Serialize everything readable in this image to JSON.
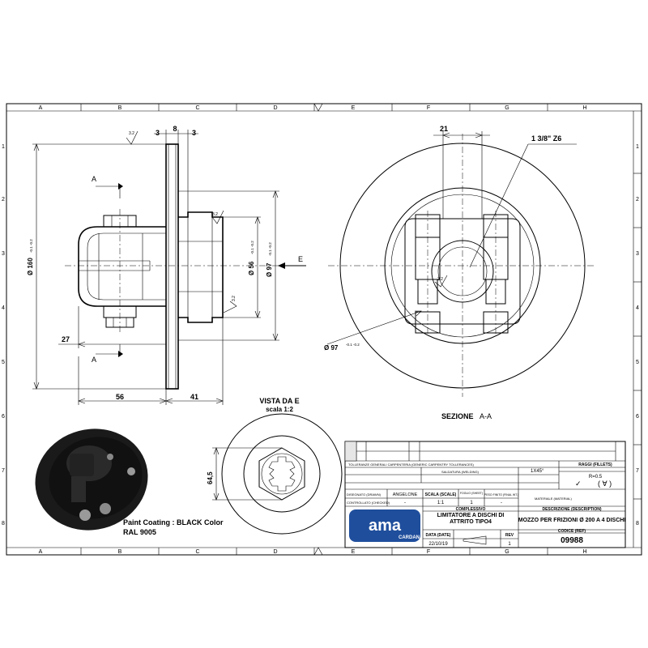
{
  "frame": {
    "columns": [
      "A",
      "B",
      "C",
      "D",
      "E",
      "F",
      "G",
      "H"
    ],
    "rows": [
      "1",
      "2",
      "3",
      "4",
      "5",
      "6",
      "7",
      "8"
    ]
  },
  "front_view": {
    "dim_top_3a": "3",
    "dim_top_8": "8",
    "dim_top_3b": "3",
    "dia_160": "Ø 160",
    "tol_160": "-0.1 -0.2",
    "dia_56": "Ø 56",
    "tol_56": "-0.1 -0.2",
    "dia_97": "Ø 97",
    "tol_97": "-0.1 -0.2",
    "roughness_1": "3.2",
    "roughness_2": "3.2",
    "roughness_3": "3.2",
    "section_mark_top": "A",
    "section_mark_bottom": "A",
    "view_arrow": "E",
    "dim_27": "27",
    "dim_56": "56",
    "dim_41": "41"
  },
  "section_view": {
    "dim_21": "21",
    "spline": "1 3/8\" Z6",
    "dia_97": "Ø 97",
    "tol_97": "-0.1 -0.2",
    "roughness": "3.2",
    "title": "SEZIONE",
    "title_suffix": "A-A"
  },
  "view_e": {
    "title": "VISTA DA E",
    "scale": "scala 1:2",
    "dim_64_5": "64,5"
  },
  "photo": {
    "caption_1": "Paint Coating : BLACK Color",
    "caption_2": "RAL 9005"
  },
  "title_block": {
    "tolerances_title": "TOLLERANZE GENERALI CARPENTERIA (GENERIC CARPENTRY TOLLERANCES)",
    "fillets_label": "RAGGI (FILLETS)",
    "fillets_value": "R=0.5",
    "chamfer": "1X45°",
    "designer_label": "DISEGNATO (DRAWN)",
    "designer": "ANGELONE",
    "scale_label": "SCALA (SCALE)",
    "scale": "1:1",
    "sheet_label": "FOGLIO (SHEET)",
    "sheet": "1",
    "weight_label": "PESO FINITO (FINAL WT.)",
    "checked_label": "CONTROLLATO (CHECKED)",
    "material_label": "MATERIALE (MATERIAL)",
    "assembly_label": "COMPLESSIVO",
    "description_label": "DESCRIZIONE (DESCRIPTION)",
    "assembly": "LIMITATORE A DISCHI DI ATTRITO TIPO4",
    "description": "MOZZO PER FRIZIONI Ø 200 A 4 DISCHI",
    "code_label": "CODICE (REF)",
    "code": "09988",
    "date_label": "DATA (DATE)",
    "date": "22/10/19",
    "rev_label": "REV",
    "rev": "1",
    "logo_text": "ama",
    "logo_sub": "CARDAN",
    "welding_label": "SALDATURA (WELDING)",
    "dash": "-"
  },
  "colors": {
    "line": "#000000",
    "logo_blue": "#1f4e9c",
    "part_black": "#1a1a1a"
  }
}
